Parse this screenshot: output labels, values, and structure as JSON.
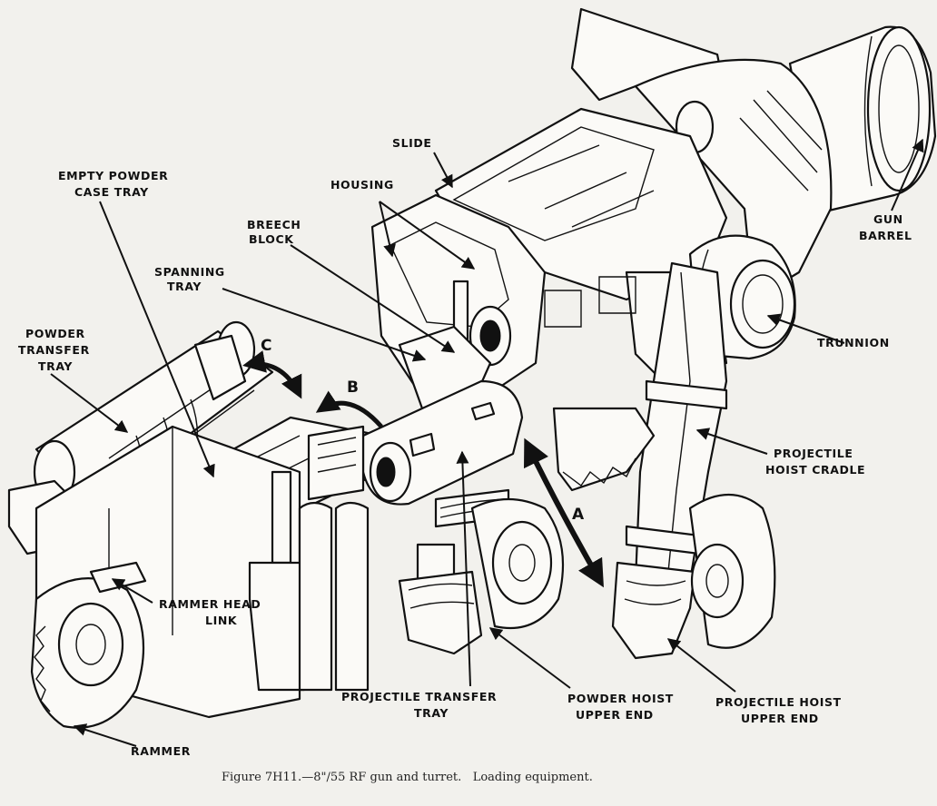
{
  "caption": "Figure 7H11.—8\"/55 RF gun and turret.   Loading equipment.",
  "labels": {
    "slide": "SLIDE",
    "housing": "HOUSING",
    "empty_powder_case_tray_1": "EMPTY POWDER",
    "empty_powder_case_tray_2": "CASE TRAY",
    "breech_block_1": "BREECH",
    "breech_block_2": "BLOCK",
    "spanning_tray_1": "SPANNING",
    "spanning_tray_2": "TRAY",
    "powder_transfer_tray_1": "POWDER",
    "powder_transfer_tray_2": "TRANSFER",
    "powder_transfer_tray_3": "TRAY",
    "gun_barrel_1": "GUN",
    "gun_barrel_2": "BARREL",
    "trunnion": "TRUNNION",
    "projectile_hoist_cradle_1": "PROJECTILE",
    "projectile_hoist_cradle_2": "HOIST CRADLE",
    "rammer_head_link_1": "RAMMER HEAD",
    "rammer_head_link_2": "LINK",
    "projectile_transfer_tray_1": "PROJECTILE TRANSFER",
    "projectile_transfer_tray_2": "TRAY",
    "powder_hoist_upper_end_1": "POWDER HOIST",
    "powder_hoist_upper_end_2": "UPPER END",
    "projectile_hoist_upper_end_1": "PROJECTILE HOIST",
    "projectile_hoist_upper_end_2": "UPPER END",
    "rammer": "RAMMER"
  },
  "motion_letters": {
    "a": "A",
    "b": "B",
    "c": "C"
  }
}
